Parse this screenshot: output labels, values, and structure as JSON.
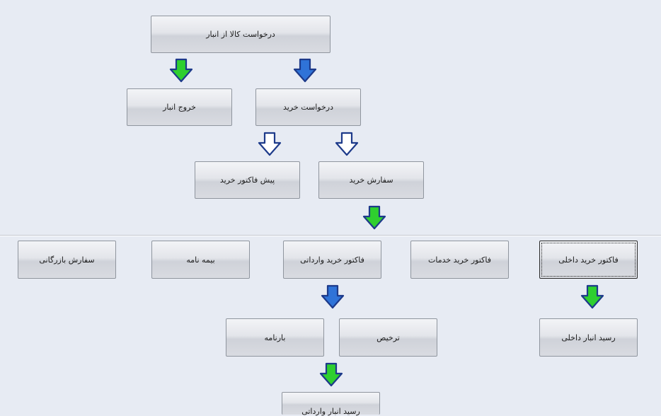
{
  "flow": {
    "goods_request": "درخواست کالا از انبار",
    "warehouse_exit": "خروج انبار",
    "purchase_request": "درخواست خرید",
    "proforma_invoice": "پیش فاکتور خرید",
    "purchase_order": "سفارش خرید",
    "commercial_order": "سفارش بازرگانی",
    "insurance_policy": "بیمه نامه",
    "import_purchase_invoice": "فاکتور خرید وارداتی",
    "services_purchase_invoice": "فاکتور خرید خدمات",
    "domestic_purchase_invoice": "فاکتور خرید داخلی",
    "bill_of_lading": "بارنامه",
    "customs_clearance": "ترخیص",
    "domestic_warehouse_receipt": "رسید انبار داخلی",
    "import_warehouse_receipt": "رسید انبار وارداتی"
  },
  "colors": {
    "arrow_green": "#2fcf2f",
    "arrow_blue": "#2f73d8",
    "arrow_white": "#ffffff",
    "arrow_outline": "#1d3a8a"
  }
}
